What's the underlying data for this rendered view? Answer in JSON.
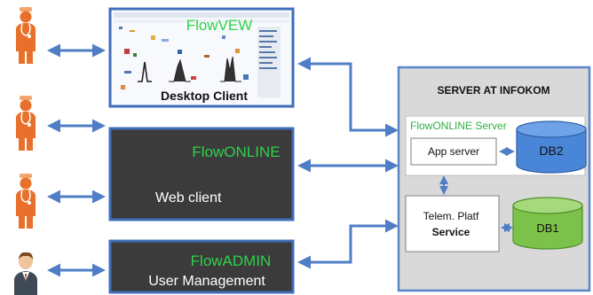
{
  "clients": {
    "desktop": {
      "title": "FlowVEW",
      "label": "Desktop Client"
    },
    "web": {
      "title": "FlowONLINE",
      "label": "Web client"
    },
    "admin": {
      "title": "FlowADMIN",
      "label": "User Management"
    }
  },
  "server": {
    "title": "SERVER AT INFOKOM",
    "online_group": "FlowONLINE Server",
    "app_server": "App server",
    "db2": "DB2",
    "telem_line1": "Telem. Platf",
    "telem_line2": "Service",
    "db1": "DB1"
  },
  "colors": {
    "arrow": "#4f7ec6",
    "user_orange": "#e8702a",
    "client_bg": "#3b3b3b",
    "client_border": "#3f6eb8",
    "green_title": "#2fd24a",
    "db_blue": "#4a86d8",
    "db_green": "#7cc24a",
    "server_bg": "#d9d9d9"
  }
}
